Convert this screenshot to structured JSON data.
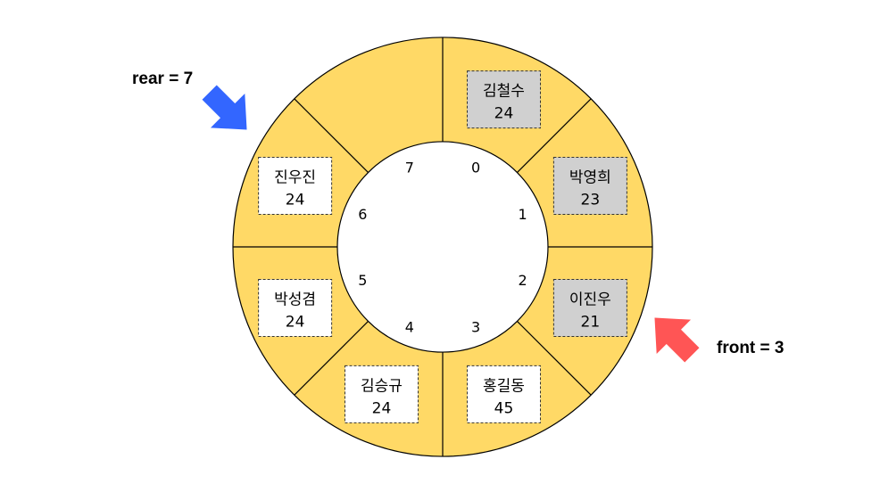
{
  "colors": {
    "ring_fill": "#FFD966",
    "outline": "#000000",
    "occupied_box": "#D0D0D0",
    "empty_box": "#FFFFFF",
    "rear_arrow": "#3366FF",
    "front_arrow": "#FF5555"
  },
  "pointers": {
    "rear": "rear = 7",
    "front": "front = 3"
  },
  "slots": [
    {
      "index": "0",
      "name": "김철수",
      "value": "24",
      "state": "occupied"
    },
    {
      "index": "1",
      "name": "박영희",
      "value": "23",
      "state": "occupied"
    },
    {
      "index": "2",
      "name": "이진우",
      "value": "21",
      "state": "occupied"
    },
    {
      "index": "3",
      "name": "홍길동",
      "value": "45",
      "state": "removed"
    },
    {
      "index": "4",
      "name": "김승규",
      "value": "24",
      "state": "removed"
    },
    {
      "index": "5",
      "name": "박성겸",
      "value": "24",
      "state": "removed"
    },
    {
      "index": "6",
      "name": "진우진",
      "value": "24",
      "state": "removed"
    },
    {
      "index": "7",
      "name": "",
      "value": "",
      "state": "empty"
    }
  ]
}
